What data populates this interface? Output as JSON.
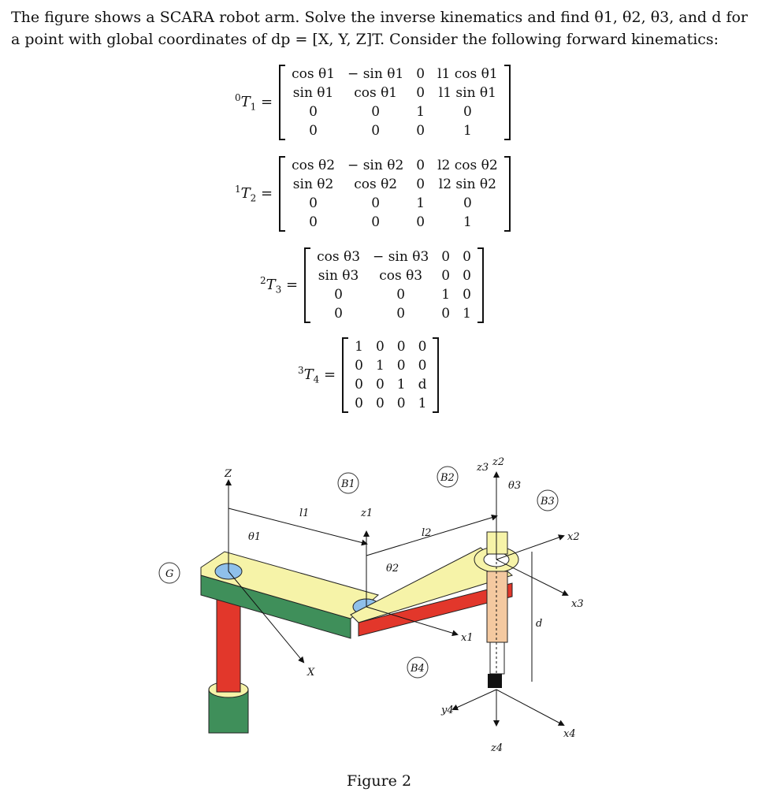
{
  "problem": {
    "text": "The figure shows a SCARA robot arm. Solve the inverse kinematics and find θ1, θ2, θ3, and d for a point with global coordinates of dp = [X, Y, Z]T. Consider the following forward kinematics:"
  },
  "equations": [
    {
      "lhs_pre": "0",
      "lhs_main": "T",
      "lhs_sub": "1",
      "rows": [
        [
          "cos θ1",
          "− sin θ1",
          "0",
          "l1 cos θ1"
        ],
        [
          "sin θ1",
          "cos θ1",
          "0",
          "l1 sin θ1"
        ],
        [
          "0",
          "0",
          "1",
          "0"
        ],
        [
          "0",
          "0",
          "0",
          "1"
        ]
      ]
    },
    {
      "lhs_pre": "1",
      "lhs_main": "T",
      "lhs_sub": "2",
      "rows": [
        [
          "cos θ2",
          "− sin θ2",
          "0",
          "l2 cos θ2"
        ],
        [
          "sin θ2",
          "cos θ2",
          "0",
          "l2 sin θ2"
        ],
        [
          "0",
          "0",
          "1",
          "0"
        ],
        [
          "0",
          "0",
          "0",
          "1"
        ]
      ]
    },
    {
      "lhs_pre": "2",
      "lhs_main": "T",
      "lhs_sub": "3",
      "rows": [
        [
          "cos θ3",
          "− sin θ3",
          "0",
          "0"
        ],
        [
          "sin θ3",
          "cos θ3",
          "0",
          "0"
        ],
        [
          "0",
          "0",
          "1",
          "0"
        ],
        [
          "0",
          "0",
          "0",
          "1"
        ]
      ]
    },
    {
      "lhs_pre": "3",
      "lhs_main": "T",
      "lhs_sub": "4",
      "rows": [
        [
          "1",
          "0",
          "0",
          "0"
        ],
        [
          "0",
          "1",
          "0",
          "0"
        ],
        [
          "0",
          "0",
          "1",
          "d"
        ],
        [
          "0",
          "0",
          "0",
          "1"
        ]
      ]
    }
  ],
  "figure": {
    "labels": {
      "Z": "Z",
      "X": "X",
      "G": "G",
      "B1": "B1",
      "B2": "B2",
      "B3": "B3",
      "B4": "B4",
      "l1": "l1",
      "l2": "l2",
      "theta1": "θ1",
      "theta2": "θ2",
      "theta3": "θ3",
      "z1": "z1",
      "z2": "z2",
      "z3": "z3",
      "z4": "z4",
      "x1": "x1",
      "x2": "x2",
      "x3": "x3",
      "x4": "x4",
      "y4": "y4",
      "d": "d"
    },
    "caption": "Figure 2"
  }
}
